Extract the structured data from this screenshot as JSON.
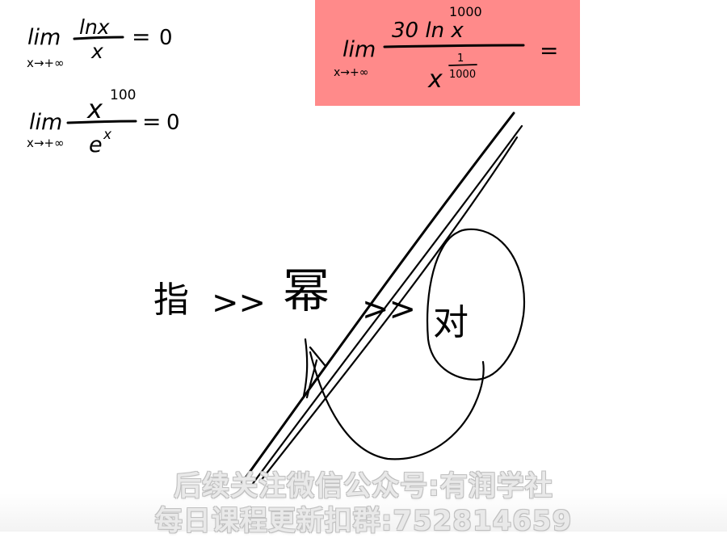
{
  "board": {
    "background": "#ffffff",
    "highlight_color": "#ff8a8a",
    "ink_color": "#000000"
  },
  "formula_1": {
    "lim": "lim",
    "subscript": "x→+∞",
    "numerator": "lnx",
    "denominator": "x",
    "equals": "=",
    "result": "0"
  },
  "formula_2": {
    "lim": "lim",
    "subscript": "x→+∞",
    "numerator": "x",
    "numerator_exp": "100",
    "denominator": "e",
    "denominator_exp": "x",
    "equals": "=",
    "result": "0"
  },
  "formula_3": {
    "lim": "lim",
    "subscript": "x→+∞",
    "numerator": "30 ln x",
    "numerator_exp": "1000",
    "denominator": "x",
    "denominator_exp_num": "1",
    "denominator_exp_den": "1000",
    "equals": "="
  },
  "comparison": {
    "left": "指",
    "op1": ">>",
    "middle": "幂",
    "op2": ">>",
    "right": "对"
  },
  "captions": [
    "后续关注微信公众号:有润学社",
    "每日课程更新扣群:752814659"
  ]
}
